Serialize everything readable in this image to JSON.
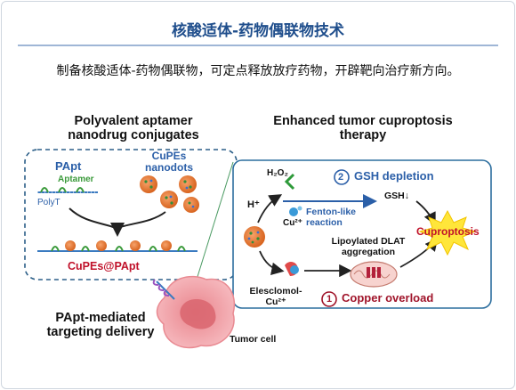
{
  "header": {
    "title": "核酸适体-药物偶联物技术",
    "subtitle": "制备核酸适体-药物偶联物，可定点释放放疗药物，开辟靶向治疗新方向。"
  },
  "figure": {
    "left": {
      "heading_line1": "Polyvalent aptamer",
      "heading_line2": "nanodrug conjugates",
      "papt": "PApt",
      "aptamer": "Aptamer",
      "polyt": "PolyT",
      "cupes_line1": "CuPEs",
      "cupes_line2": "nanodots",
      "product": "CuPEs@PApt",
      "delivery_line1": "PApt-mediated",
      "delivery_line2": "targeting delivery",
      "tumor_cell": "Tumor cell"
    },
    "right": {
      "heading_line1": "Enhanced tumor cuproptosis",
      "heading_line2": "therapy",
      "h2o2": "H₂O₂",
      "hplus": "H⁺",
      "cu2": "Cu²⁺",
      "step2_number": "2",
      "step2_label": "GSH depletion",
      "gsh": "GSH↓",
      "fenton_line1": "Fenton-like",
      "fenton_line2": "reaction",
      "cuproptosis": "Cuproptosis",
      "lipo_line1": "Lipoylated DLAT",
      "lipo_line2": "aggregation",
      "elesclomol_line1": "Elesclomol-",
      "elesclomol_line2": "Cu²⁺",
      "step1_number": "1",
      "step1_label": "Copper overload"
    }
  },
  "colors": {
    "title": "#1f4e8c",
    "green": "#3a9a3a",
    "blue_text": "#2b5fa8",
    "red_text": "#c0112a",
    "box_border": "#2c6e9e"
  }
}
